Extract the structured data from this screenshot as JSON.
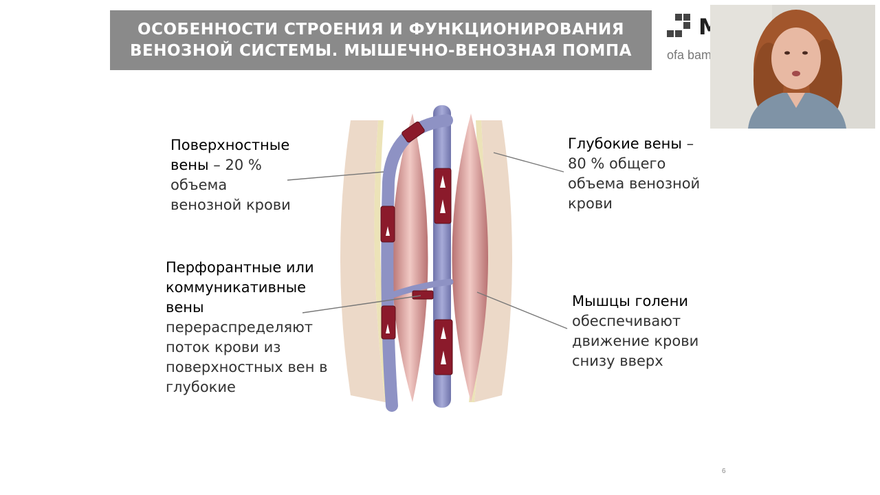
{
  "slide": {
    "title_line1": "ОСОБЕННОСТИ СТРОЕНИЯ И ФУНКЦИОНИРОВАНИЯ",
    "title_line2": "ВЕНОЗНОЙ СИСТЕМЫ. МЫШЕЧНО-ВЕНОЗНАЯ ПОМПА",
    "page_number": "6"
  },
  "logo": {
    "letter": "M",
    "subtext": "ofa bam"
  },
  "labels": {
    "superficial": {
      "line1": "Поверхностные",
      "line2_bold": "вены",
      "line2_rest": " – 20 %",
      "line3": "объема",
      "line4": "венозной крови"
    },
    "deep": {
      "line1_bold": "Глубокие вены",
      "line1_rest": " –",
      "line2": "80 % общего",
      "line3": "объема венозной",
      "line4": "крови"
    },
    "perforant": {
      "line1": "Перфорантные или",
      "line2": "коммуникативные",
      "line3": "вены",
      "line4": "перераспределяют",
      "line5": "поток крови из",
      "line6": "поверхностных вен в",
      "line7": "глубокие"
    },
    "muscles": {
      "line1": "Мышцы голени",
      "line2": "обеспечивают",
      "line3": "движение крови",
      "line4": "снизу вверх"
    }
  },
  "colors": {
    "title_bg": "#8a8a8a",
    "vein": "#8e92c4",
    "valve": "#8b1a2b",
    "muscle": "#d49a9a",
    "skin": "#ecd9c8",
    "fascia": "#ece3b8"
  }
}
